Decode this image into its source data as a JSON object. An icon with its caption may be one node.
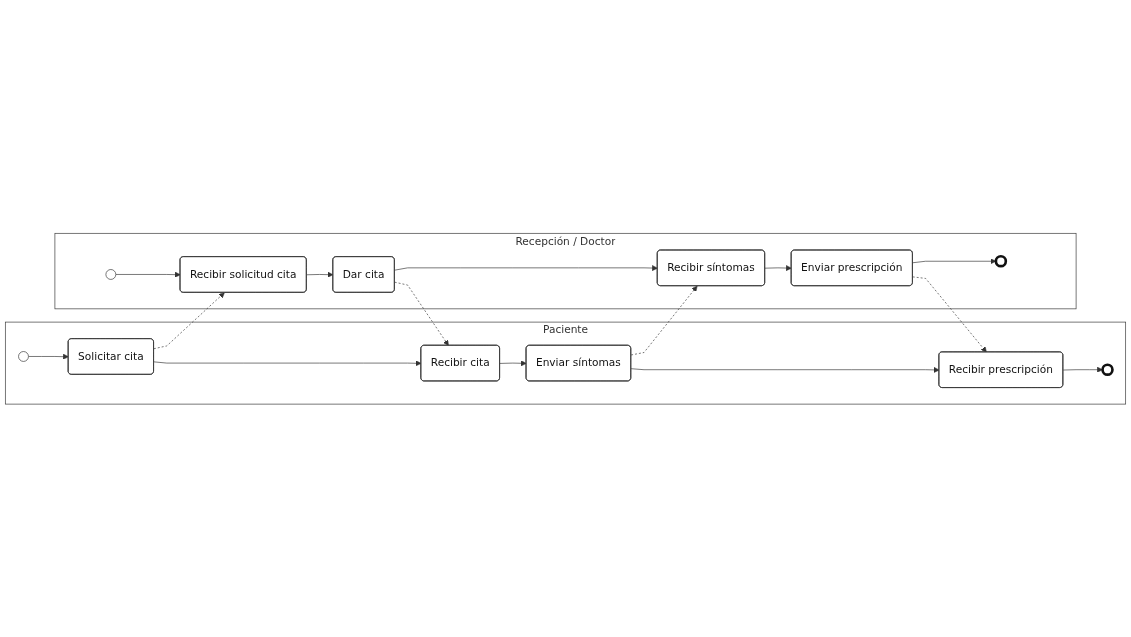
{
  "diagram": {
    "nodes": [
      {
        "text": [
          "Paciente"
        ]
      },
      {
        "text": [],
        "shape": "circle",
        "in": 0
      },
      {
        "text": [
          "Solicitar cita"
        ],
        "in": 0
      },
      {
        "text": [
          "Recibir cita"
        ],
        "in": 0
      },
      {
        "text": [
          "Enviar síntomas"
        ],
        "in": 0
      },
      {
        "text": [
          "Recibir prescripción"
        ],
        "in": 0
      },
      {
        "text": [],
        "shape": "circle",
        "in": 0
      },
      {
        "text": [
          "Recepción / Doctor"
        ]
      },
      {
        "text": [],
        "shape": "circle",
        "in": 7
      },
      {
        "text": [
          "Recibir solicitud cita"
        ],
        "in": 7
      },
      {
        "text": [
          "Dar cita"
        ],
        "in": 7
      },
      {
        "text": [
          "Recibir síntomas"
        ],
        "in": 7
      },
      {
        "text": [
          "Enviar prescripción"
        ],
        "in": 7
      },
      {
        "text": [],
        "shape": "circle",
        "in": 7
      }
    ],
    "edges": [
      {
        "from": 1,
        "to": 2,
        "arrow": "to"
      },
      {
        "from": 2,
        "to": 3,
        "arrow": "to"
      },
      {
        "from": 3,
        "to": 4,
        "arrow": "to"
      },
      {
        "from": 4,
        "to": 5,
        "arrow": "to"
      },
      {
        "from": 5,
        "to": 6,
        "arrow": "to"
      },
      {
        "from": 8,
        "to": 9,
        "arrow": "to"
      },
      {
        "from": 9,
        "to": 10,
        "arrow": "to"
      },
      {
        "from": 10,
        "to": 11,
        "arrow": "to"
      },
      {
        "from": 11,
        "to": 12,
        "arrow": "to"
      },
      {
        "from": 12,
        "to": 13,
        "arrow": "to"
      },
      {
        "from": 2,
        "to": 9,
        "arrow": "to",
        "style": "dashed"
      },
      {
        "from": 10,
        "to": 3,
        "arrow": "to",
        "style": "dashed"
      },
      {
        "from": 4,
        "to": 11,
        "arrow": "to",
        "style": "dashed"
      },
      {
        "from": 12,
        "to": 5,
        "arrow": "to",
        "style": "dashed"
      }
    ]
  }
}
